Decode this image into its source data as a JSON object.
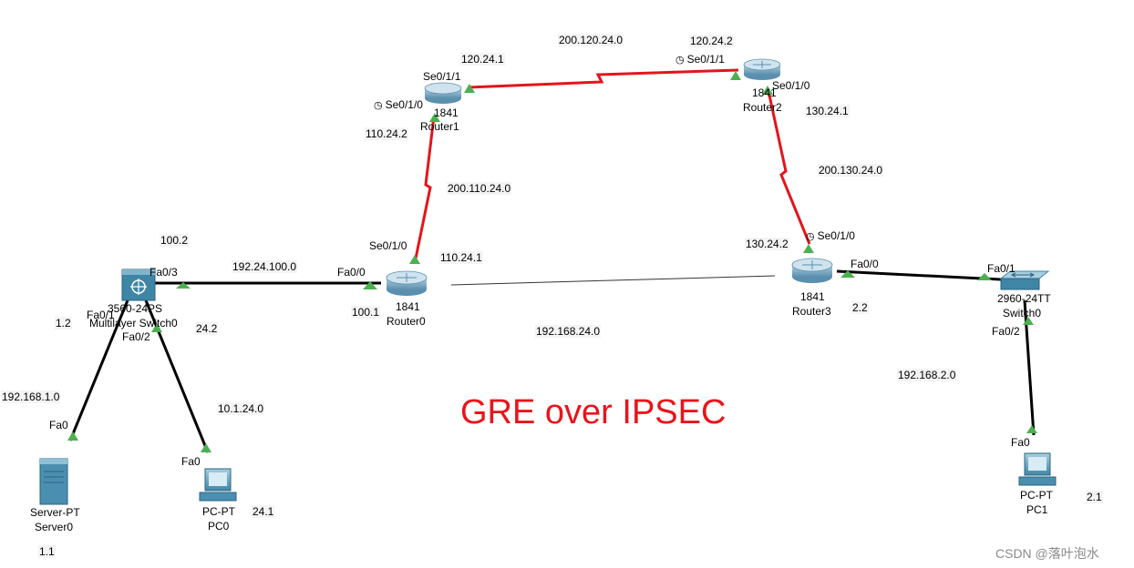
{
  "title": "GRE over IPSEC",
  "watermark": "CSDN @落叶泡水",
  "devices": {
    "router0": {
      "model": "1841",
      "name": "Router0"
    },
    "router1": {
      "model": "1841",
      "name": "Router1"
    },
    "router2": {
      "model": "1841",
      "name": "Router2"
    },
    "router3": {
      "model": "1841",
      "name": "Router3"
    },
    "mls": {
      "model": "3560-24PS",
      "name": "Multilayer Switch0"
    },
    "switch0": {
      "model": "2960-24TT",
      "name": "Switch0"
    },
    "server0": {
      "model": "Server-PT",
      "name": "Server0"
    },
    "pc0": {
      "model": "PC-PT",
      "name": "PC0"
    },
    "pc1": {
      "model": "PC-PT",
      "name": "PC1"
    }
  },
  "ports": {
    "r1_se011": "Se0/1/1",
    "r1_se010": "Se0/1/0",
    "r2_se011": "Se0/1/1",
    "r2_se010": "Se0/1/0",
    "r0_se010": "Se0/1/0",
    "r0_fa00": "Fa0/0",
    "r3_se010": "Se0/1/0",
    "r3_fa00": "Fa0/0",
    "mls_fa03": "Fa0/3",
    "mls_fa01": "Fa0/1",
    "mls_fa02": "Fa0/2",
    "sw_fa01": "Fa0/1",
    "sw_fa02": "Fa0/2",
    "server_fa0": "Fa0",
    "pc0_fa0": "Fa0",
    "pc1_fa0": "Fa0"
  },
  "addresses": {
    "net_200_120": "200.120.24.0",
    "r1_120": "120.24.1",
    "r2_120": "120.24.2",
    "r1_110": "110.24.2",
    "net_200_110": "200.110.24.0",
    "r0_110": "110.24.1",
    "r2_130": "130.24.1",
    "net_200_130": "200.130.24.0",
    "r3_130": "130.24.2",
    "mls_100": "100.2",
    "net_192_24_100": "192.24.100.0",
    "r0_100": "100.1",
    "net_192_168_24": "192.168.24.0",
    "r3_lan": "2.2",
    "mls_lan1": "1.2",
    "mls_lan24": "24.2",
    "net_192_168_1": "192.168.1.0",
    "net_10_1_24": "10.1.24.0",
    "pc0_ip": "24.1",
    "server_ip": "1.1",
    "net_192_168_2": "192.168.2.0",
    "pc1_ip": "2.1"
  },
  "colors": {
    "serial_link": "#e4141b",
    "ethernet_link": "#000000",
    "tunnel_link": "#333333",
    "port_up": "#4caf50",
    "title": "#e8141c",
    "device_blue": "#4a8fb0"
  }
}
